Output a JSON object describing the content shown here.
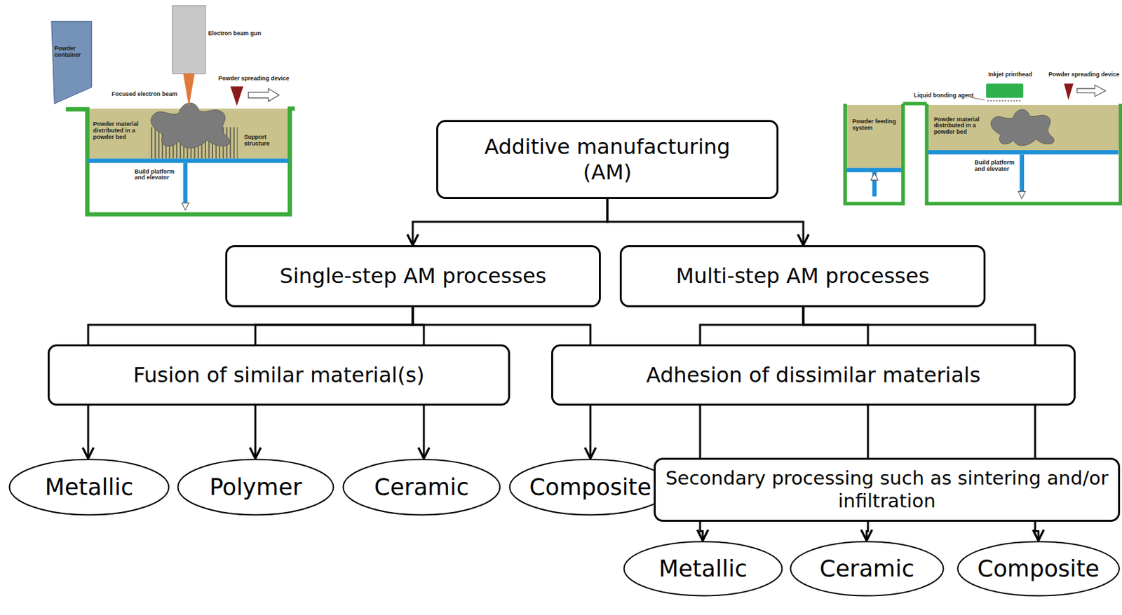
{
  "diagram": {
    "nodes": [
      {
        "text": [
          "Additive manufacturing (AM)"
        ]
      },
      {
        "text": [
          "Single-step AM processes"
        ]
      },
      {
        "text": [
          "Multi-step AM processes"
        ]
      },
      {
        "text": [
          "Fusion of similar material(s)"
        ]
      },
      {
        "text": [
          "Adhesion of dissimilar materials"
        ]
      },
      {
        "text": [
          "Metallic"
        ]
      },
      {
        "text": [
          "Polymer"
        ]
      },
      {
        "text": [
          "Ceramic"
        ]
      },
      {
        "text": [
          "Composite"
        ]
      },
      {
        "text": [
          "Secondary processing such as sintering and/or infiltration"
        ]
      },
      {
        "text": [
          "Metallic"
        ]
      },
      {
        "text": [
          "Ceramic"
        ]
      },
      {
        "text": [
          "Composite"
        ]
      }
    ],
    "edges": [
      {
        "from": 0,
        "to": 1,
        "arrow": "to"
      },
      {
        "from": 0,
        "to": 2,
        "arrow": "to"
      },
      {
        "from": 1,
        "to": 3,
        "arrow": "none"
      },
      {
        "from": 1,
        "to": 3,
        "arrow": "none"
      },
      {
        "from": 1,
        "to": 3,
        "arrow": "none"
      },
      {
        "from": 1,
        "to": 8,
        "arrow": "to"
      },
      {
        "from": 3,
        "to": 5,
        "arrow": "to"
      },
      {
        "from": 3,
        "to": 6,
        "arrow": "to"
      },
      {
        "from": 3,
        "to": 7,
        "arrow": "to"
      },
      {
        "from": 2,
        "to": 4,
        "arrow": "none"
      },
      {
        "from": 2,
        "to": 4,
        "arrow": "none"
      },
      {
        "from": 2,
        "to": 4,
        "arrow": "none"
      },
      {
        "from": 4,
        "to": 9,
        "arrow": "none"
      },
      {
        "from": 4,
        "to": 9,
        "arrow": "none"
      },
      {
        "from": 4,
        "to": 9,
        "arrow": "none"
      },
      {
        "from": 9,
        "to": 10,
        "arrow": "to"
      },
      {
        "from": 9,
        "to": 11,
        "arrow": "to"
      },
      {
        "from": 9,
        "to": 12,
        "arrow": "to"
      }
    ],
    "labels": [
      "Electron beam gun",
      "Powder container",
      "Focused electron beam",
      "Powder spreading device",
      "Powder material distributed in a powder bed",
      "Support structure",
      "Build platform and elevator",
      "Inkjet printhead",
      "Powder spreading device",
      "Liquid bonding agent",
      "Powder feeding system",
      "Powder material distributed in a powder bed",
      "Build platform and elevator"
    ]
  }
}
